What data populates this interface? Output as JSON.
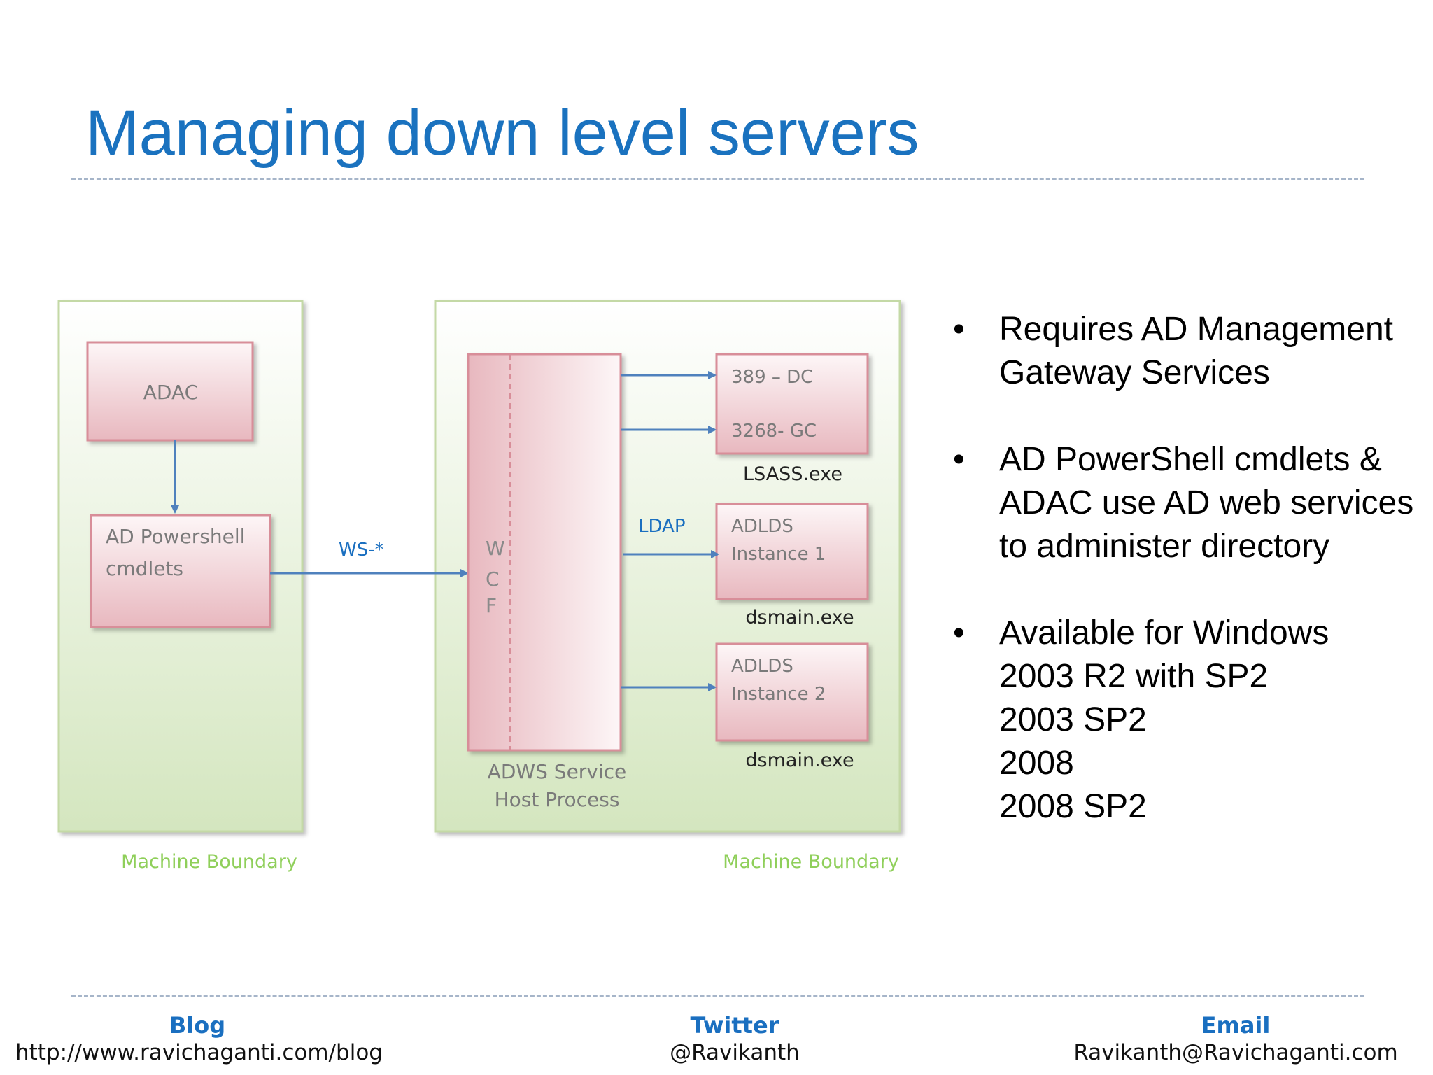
{
  "title": "Managing down level servers",
  "diagram": {
    "client": {
      "adac": "ADAC",
      "cmdlets_line1": "AD Powershell",
      "cmdlets_line2": "cmdlets",
      "boundary": "Machine Boundary"
    },
    "protocol": "WS-*",
    "server": {
      "wcf_letters": [
        "W",
        "C",
        "F"
      ],
      "host_line1": "ADWS Service",
      "host_line2": "Host Process",
      "ldap": "LDAP",
      "dc": "389 – DC",
      "gc": "3268- GC",
      "lsass": "LSASS.exe",
      "adlds1_line1": "ADLDS",
      "adlds1_line2": "Instance 1",
      "dsmain1": "dsmain.exe",
      "adlds2_line1": "ADLDS",
      "adlds2_line2": "Instance 2",
      "dsmain2": "dsmain.exe",
      "boundary": "Machine Boundary"
    }
  },
  "bullets": [
    {
      "lines": [
        "Requires AD Management",
        "Gateway Services"
      ]
    },
    {
      "lines": [
        "AD PowerShell cmdlets &",
        "ADAC use AD web services",
        "to administer directory"
      ]
    },
    {
      "lines": [
        "Available for Windows",
        "2003 R2 with SP2",
        "2003 SP2",
        "2008",
        "2008 SP2"
      ]
    }
  ],
  "footer": {
    "blog_label": "Blog",
    "blog_url": "http://www.ravichaganti.com/blog",
    "twitter_label": "Twitter",
    "twitter_handle": "@Ravikanth",
    "email_label": "Email",
    "email_address": "Ravikanth@Ravichaganti.com"
  },
  "colors": {
    "title": "#1a72bf",
    "accent_blue": "#1a6fc0",
    "boundary_green": "#8fcf5a",
    "arrow_blue": "#4f81bd"
  }
}
